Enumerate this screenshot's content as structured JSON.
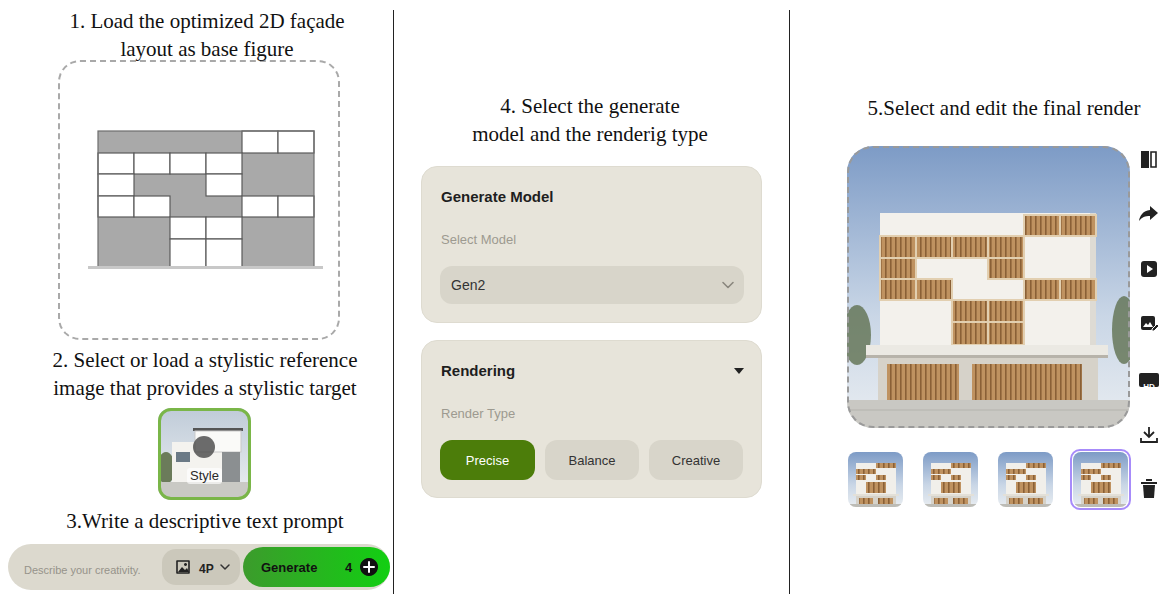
{
  "diagram": {
    "nodes": [
      {
        "text": [
          "1. Load the optimized 2D façade layout as base figure"
        ]
      },
      {
        "text": [
          "Style"
        ]
      },
      {
        "text": [
          "Describe your creativity."
        ]
      },
      {
        "text": [
          "4P"
        ],
        "in": 2
      },
      {
        "text": [
          "Generate",
          "4"
        ],
        "in": 2
      },
      {
        "text": [
          "Generate Model",
          "Select Model"
        ]
      },
      {
        "text": [
          "Gen2"
        ],
        "in": 5
      },
      {
        "text": [
          "Rendering",
          "Render Type"
        ]
      },
      {
        "text": [
          "Precise"
        ],
        "in": 7
      },
      {
        "text": [
          "Balance"
        ],
        "in": 7
      },
      {
        "text": [
          "Creative"
        ],
        "in": 7
      },
      {
        "text": [
          "5.Select and edit the final render"
        ]
      }
    ],
    "labels": [
      "2. Select or load a stylistic reference image that provides a stylistic target",
      "3.Write a descriptive text prompt",
      "4. Select the generate model and the renderig type",
      "HD"
    ]
  }
}
